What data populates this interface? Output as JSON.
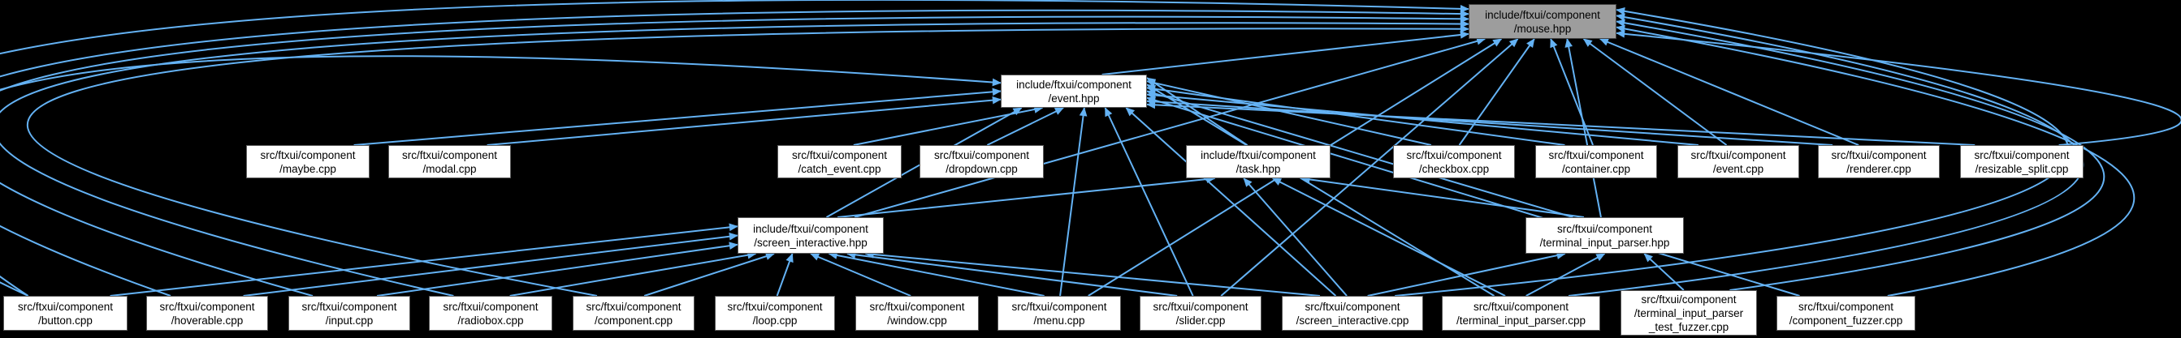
{
  "graph": {
    "type": "include-dependency-graph",
    "colors": {
      "background": "#000000",
      "edge": "#64b2f4",
      "node_fill": "#ffffff",
      "node_border": "#5a5a5a",
      "highlight_fill": "#9d9d9d",
      "text": "#000000"
    },
    "nodes": [
      {
        "id": "mouse_hpp",
        "label": "include/ftxui/component\n/mouse.hpp",
        "highlight": true
      },
      {
        "id": "event_hpp",
        "label": "include/ftxui/component\n/event.hpp",
        "highlight": false
      },
      {
        "id": "maybe_cpp",
        "label": "src/ftxui/component\n/maybe.cpp",
        "highlight": false
      },
      {
        "id": "modal_cpp",
        "label": "src/ftxui/component\n/modal.cpp",
        "highlight": false
      },
      {
        "id": "catch_event_cpp",
        "label": "src/ftxui/component\n/catch_event.cpp",
        "highlight": false
      },
      {
        "id": "dropdown_cpp",
        "label": "src/ftxui/component\n/dropdown.cpp",
        "highlight": false
      },
      {
        "id": "task_hpp",
        "label": "include/ftxui/component\n/task.hpp",
        "highlight": false
      },
      {
        "id": "checkbox_cpp",
        "label": "src/ftxui/component\n/checkbox.cpp",
        "highlight": false
      },
      {
        "id": "container_cpp",
        "label": "src/ftxui/component\n/container.cpp",
        "highlight": false
      },
      {
        "id": "event_cpp",
        "label": "src/ftxui/component\n/event.cpp",
        "highlight": false
      },
      {
        "id": "renderer_cpp",
        "label": "src/ftxui/component\n/renderer.cpp",
        "highlight": false
      },
      {
        "id": "resizable_split_cpp",
        "label": "src/ftxui/component\n/resizable_split.cpp",
        "highlight": false
      },
      {
        "id": "screen_interactive_hpp",
        "label": "include/ftxui/component\n/screen_interactive.hpp",
        "highlight": false
      },
      {
        "id": "terminal_input_parser_hpp",
        "label": "src/ftxui/component\n/terminal_input_parser.hpp",
        "highlight": false
      },
      {
        "id": "button_cpp",
        "label": "src/ftxui/component\n/button.cpp",
        "highlight": false
      },
      {
        "id": "hoverable_cpp",
        "label": "src/ftxui/component\n/hoverable.cpp",
        "highlight": false
      },
      {
        "id": "input_cpp",
        "label": "src/ftxui/component\n/input.cpp",
        "highlight": false
      },
      {
        "id": "radiobox_cpp",
        "label": "src/ftxui/component\n/radiobox.cpp",
        "highlight": false
      },
      {
        "id": "component_cpp",
        "label": "src/ftxui/component\n/component.cpp",
        "highlight": false
      },
      {
        "id": "loop_cpp",
        "label": "src/ftxui/component\n/loop.cpp",
        "highlight": false
      },
      {
        "id": "window_cpp",
        "label": "src/ftxui/component\n/window.cpp",
        "highlight": false
      },
      {
        "id": "menu_cpp",
        "label": "src/ftxui/component\n/menu.cpp",
        "highlight": false
      },
      {
        "id": "slider_cpp",
        "label": "src/ftxui/component\n/slider.cpp",
        "highlight": false
      },
      {
        "id": "screen_interactive_cpp",
        "label": "src/ftxui/component\n/screen_interactive.cpp",
        "highlight": false
      },
      {
        "id": "terminal_input_parser_cpp",
        "label": "src/ftxui/component\n/terminal_input_parser.cpp",
        "highlight": false
      },
      {
        "id": "tip_test_fuzzer_cpp",
        "label": "src/ftxui/component\n/terminal_input_parser\n_test_fuzzer.cpp",
        "highlight": false
      },
      {
        "id": "component_fuzzer_cpp",
        "label": "src/ftxui/component\n/component_fuzzer.cpp",
        "highlight": false
      }
    ],
    "edges": [
      {
        "from": "event_hpp",
        "to": "mouse_hpp"
      },
      {
        "from": "checkbox_cpp",
        "to": "mouse_hpp"
      },
      {
        "from": "container_cpp",
        "to": "mouse_hpp"
      },
      {
        "from": "event_cpp",
        "to": "mouse_hpp"
      },
      {
        "from": "renderer_cpp",
        "to": "mouse_hpp"
      },
      {
        "from": "resizable_split_cpp",
        "to": "mouse_hpp"
      },
      {
        "from": "screen_interactive_hpp",
        "to": "mouse_hpp"
      },
      {
        "from": "terminal_input_parser_hpp",
        "to": "mouse_hpp"
      },
      {
        "from": "menu_cpp",
        "to": "mouse_hpp"
      },
      {
        "from": "slider_cpp",
        "to": "mouse_hpp"
      },
      {
        "from": "button_cpp",
        "to": "mouse_hpp"
      },
      {
        "from": "hoverable_cpp",
        "to": "mouse_hpp"
      },
      {
        "from": "input_cpp",
        "to": "mouse_hpp"
      },
      {
        "from": "radiobox_cpp",
        "to": "mouse_hpp"
      },
      {
        "from": "component_cpp",
        "to": "mouse_hpp"
      },
      {
        "from": "screen_interactive_cpp",
        "to": "mouse_hpp"
      },
      {
        "from": "terminal_input_parser_cpp",
        "to": "mouse_hpp"
      },
      {
        "from": "tip_test_fuzzer_cpp",
        "to": "mouse_hpp"
      },
      {
        "from": "component_fuzzer_cpp",
        "to": "mouse_hpp"
      },
      {
        "from": "maybe_cpp",
        "to": "event_hpp"
      },
      {
        "from": "modal_cpp",
        "to": "event_hpp"
      },
      {
        "from": "button_cpp",
        "to": "event_hpp"
      },
      {
        "from": "catch_event_cpp",
        "to": "event_hpp"
      },
      {
        "from": "dropdown_cpp",
        "to": "event_hpp"
      },
      {
        "from": "screen_interactive_hpp",
        "to": "event_hpp"
      },
      {
        "from": "menu_cpp",
        "to": "event_hpp"
      },
      {
        "from": "slider_cpp",
        "to": "event_hpp"
      },
      {
        "from": "screen_interactive_cpp",
        "to": "event_hpp"
      },
      {
        "from": "task_hpp",
        "to": "event_hpp"
      },
      {
        "from": "checkbox_cpp",
        "to": "event_hpp"
      },
      {
        "from": "container_cpp",
        "to": "event_hpp"
      },
      {
        "from": "event_cpp",
        "to": "event_hpp"
      },
      {
        "from": "renderer_cpp",
        "to": "event_hpp"
      },
      {
        "from": "resizable_split_cpp",
        "to": "event_hpp"
      },
      {
        "from": "terminal_input_parser_hpp",
        "to": "event_hpp"
      },
      {
        "from": "terminal_input_parser_cpp",
        "to": "event_hpp"
      },
      {
        "from": "component_fuzzer_cpp",
        "to": "event_hpp"
      },
      {
        "from": "screen_interactive_hpp",
        "to": "task_hpp"
      },
      {
        "from": "terminal_input_parser_hpp",
        "to": "task_hpp"
      },
      {
        "from": "screen_interactive_cpp",
        "to": "task_hpp"
      },
      {
        "from": "terminal_input_parser_cpp",
        "to": "task_hpp"
      },
      {
        "from": "button_cpp",
        "to": "screen_interactive_hpp"
      },
      {
        "from": "hoverable_cpp",
        "to": "screen_interactive_hpp"
      },
      {
        "from": "input_cpp",
        "to": "screen_interactive_hpp"
      },
      {
        "from": "radiobox_cpp",
        "to": "screen_interactive_hpp"
      },
      {
        "from": "component_cpp",
        "to": "screen_interactive_hpp"
      },
      {
        "from": "loop_cpp",
        "to": "screen_interactive_hpp"
      },
      {
        "from": "window_cpp",
        "to": "screen_interactive_hpp"
      },
      {
        "from": "menu_cpp",
        "to": "screen_interactive_hpp"
      },
      {
        "from": "slider_cpp",
        "to": "screen_interactive_hpp"
      },
      {
        "from": "screen_interactive_cpp",
        "to": "screen_interactive_hpp"
      },
      {
        "from": "screen_interactive_cpp",
        "to": "terminal_input_parser_hpp"
      },
      {
        "from": "terminal_input_parser_cpp",
        "to": "terminal_input_parser_hpp"
      },
      {
        "from": "tip_test_fuzzer_cpp",
        "to": "terminal_input_parser_hpp"
      }
    ]
  }
}
